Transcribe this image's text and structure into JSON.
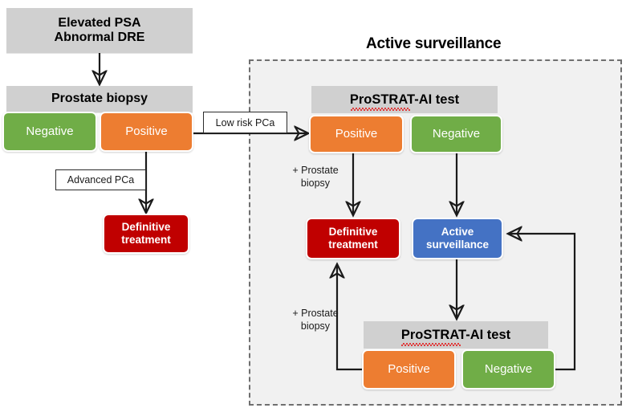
{
  "diagram": {
    "panel": {
      "title": "Active surveillance"
    },
    "left_flow": {
      "entry": {
        "line1": "Elevated PSA",
        "line2": "Abnormal DRE"
      },
      "biopsy_header": "Prostate biopsy",
      "biopsy_negative": "Negative",
      "biopsy_positive": "Positive",
      "advanced_label": "Advanced PCa",
      "definitive": {
        "line1": "Definitive",
        "line2": "treatment"
      }
    },
    "transition": {
      "low_risk_label": "Low risk PCa"
    },
    "right_flow": {
      "test1_header": "ProSTRAT-AI test",
      "test1_positive": "Positive",
      "test1_negative": "Negative",
      "biopsy_note_1": "+ Prostate\nbiopsy",
      "definitive": {
        "line1": "Definitive",
        "line2": "treatment"
      },
      "surveillance": {
        "line1": "Active",
        "line2": "surveillance"
      },
      "biopsy_note_2": "+ Prostate\nbiopsy",
      "test2_header": "ProSTRAT-AI test",
      "test2_positive": "Positive",
      "test2_negative": "Negative"
    },
    "colors": {
      "green": "#70ad47",
      "orange": "#ed7d31",
      "red": "#c00000",
      "blue": "#4472c4",
      "gray": "#d0d0d0",
      "panel_fill": "#f1f1f1",
      "panel_border": "#6f6f6f",
      "arrow": "#1a1a1a",
      "spellcheck": "#e03a3a"
    }
  }
}
